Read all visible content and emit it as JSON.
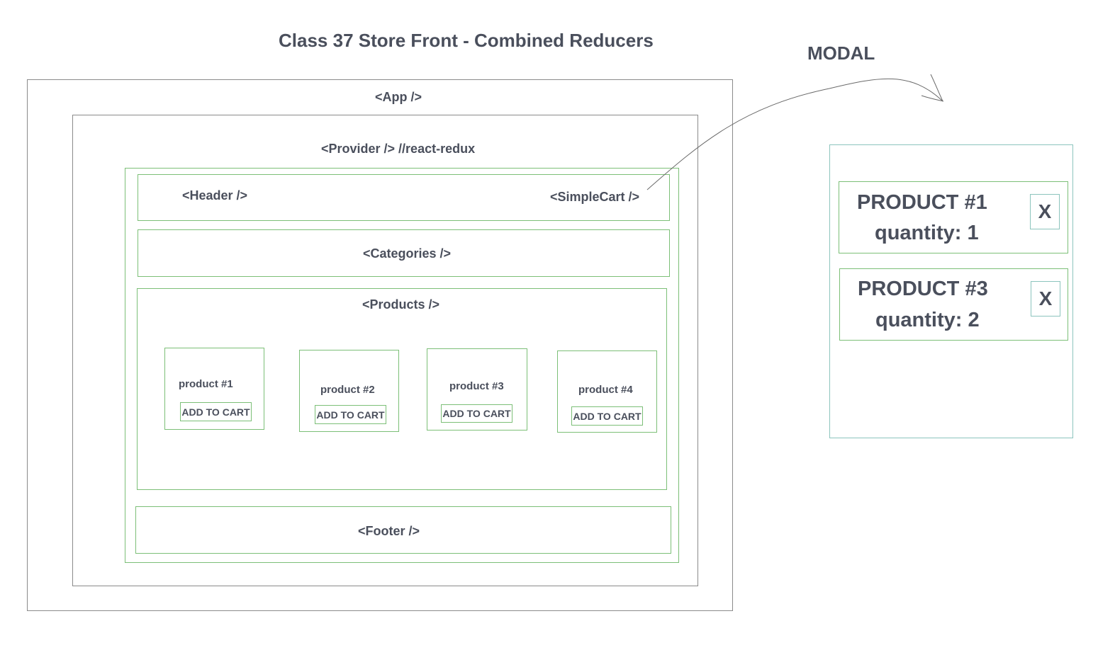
{
  "diagram": {
    "title": "Class 37 Store Front - Combined Reducers",
    "app_label": "<App />",
    "provider_label": "<Provider /> //react-redux",
    "header_label": "<Header />",
    "simplecart_label": "<SimpleCart />",
    "categories_label": "<Categories />",
    "products_label": "<Products />",
    "footer_label": "<Footer />",
    "products": [
      {
        "name": "product #1",
        "button": "ADD TO CART"
      },
      {
        "name": "product #2",
        "button": "ADD TO CART"
      },
      {
        "name": "product #3",
        "button": "ADD TO CART"
      },
      {
        "name": "product #4",
        "button": "ADD TO CART"
      }
    ]
  },
  "modal": {
    "label": "MODAL",
    "items": [
      {
        "name": "PRODUCT #1",
        "quantity": "quantity: 1",
        "close": "X"
      },
      {
        "name": "PRODUCT #3",
        "quantity": "quantity: 2",
        "close": "X"
      }
    ]
  },
  "colors": {
    "outer_border": "#8a8a8a",
    "component_border": "#7cbf77",
    "modal_border": "#8cc4bd",
    "text": "#4a4f5c"
  }
}
